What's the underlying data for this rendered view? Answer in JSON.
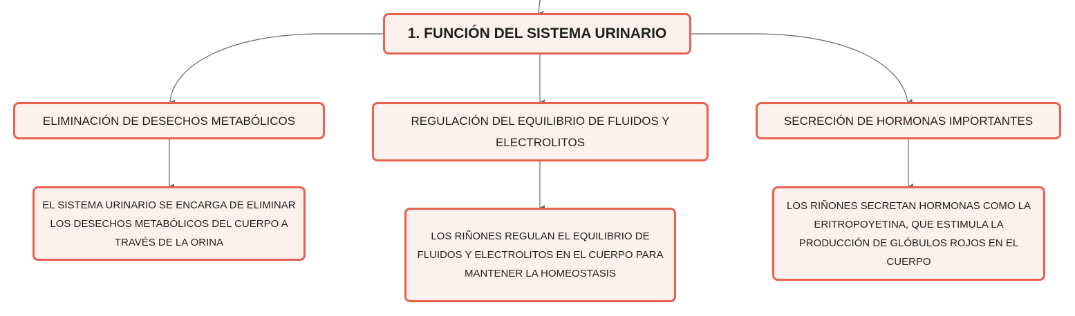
{
  "diagram": {
    "root": {
      "title": "1. FUNCIÓN DEL SISTEMA URINARIO"
    },
    "branches": [
      {
        "label": "ELIMINACIÓN DE DESECHOS METABÓLICOS",
        "detail": "EL SISTEMA URINARIO SE ENCARGA DE ELIMINAR LOS DESECHOS METABÓLICOS DEL CUERPO A TRAVÉS DE LA ORINA"
      },
      {
        "label": "REGULACIÓN DEL EQUILIBRIO DE FLUIDOS Y ELECTROLITOS",
        "detail": "LOS RIÑONES REGULAN EL EQUILIBRIO DE FLUIDOS Y ELECTROLITOS EN EL CUERPO PARA MANTENER LA HOMEOSTASIS"
      },
      {
        "label": "SECRECIÓN DE HORMONAS IMPORTANTES",
        "detail": "LOS RIÑONES SECRETAN HORMONAS COMO LA ERITROPOYETINA, QUE ESTIMULA LA PRODUCCIÓN DE GLÓBULOS ROJOS EN EL CUERPO"
      }
    ],
    "colors": {
      "node_border": "#e8604f",
      "node_fill": "#fdf1ee",
      "connector": "#666666",
      "text": "#1f1f1f"
    }
  }
}
